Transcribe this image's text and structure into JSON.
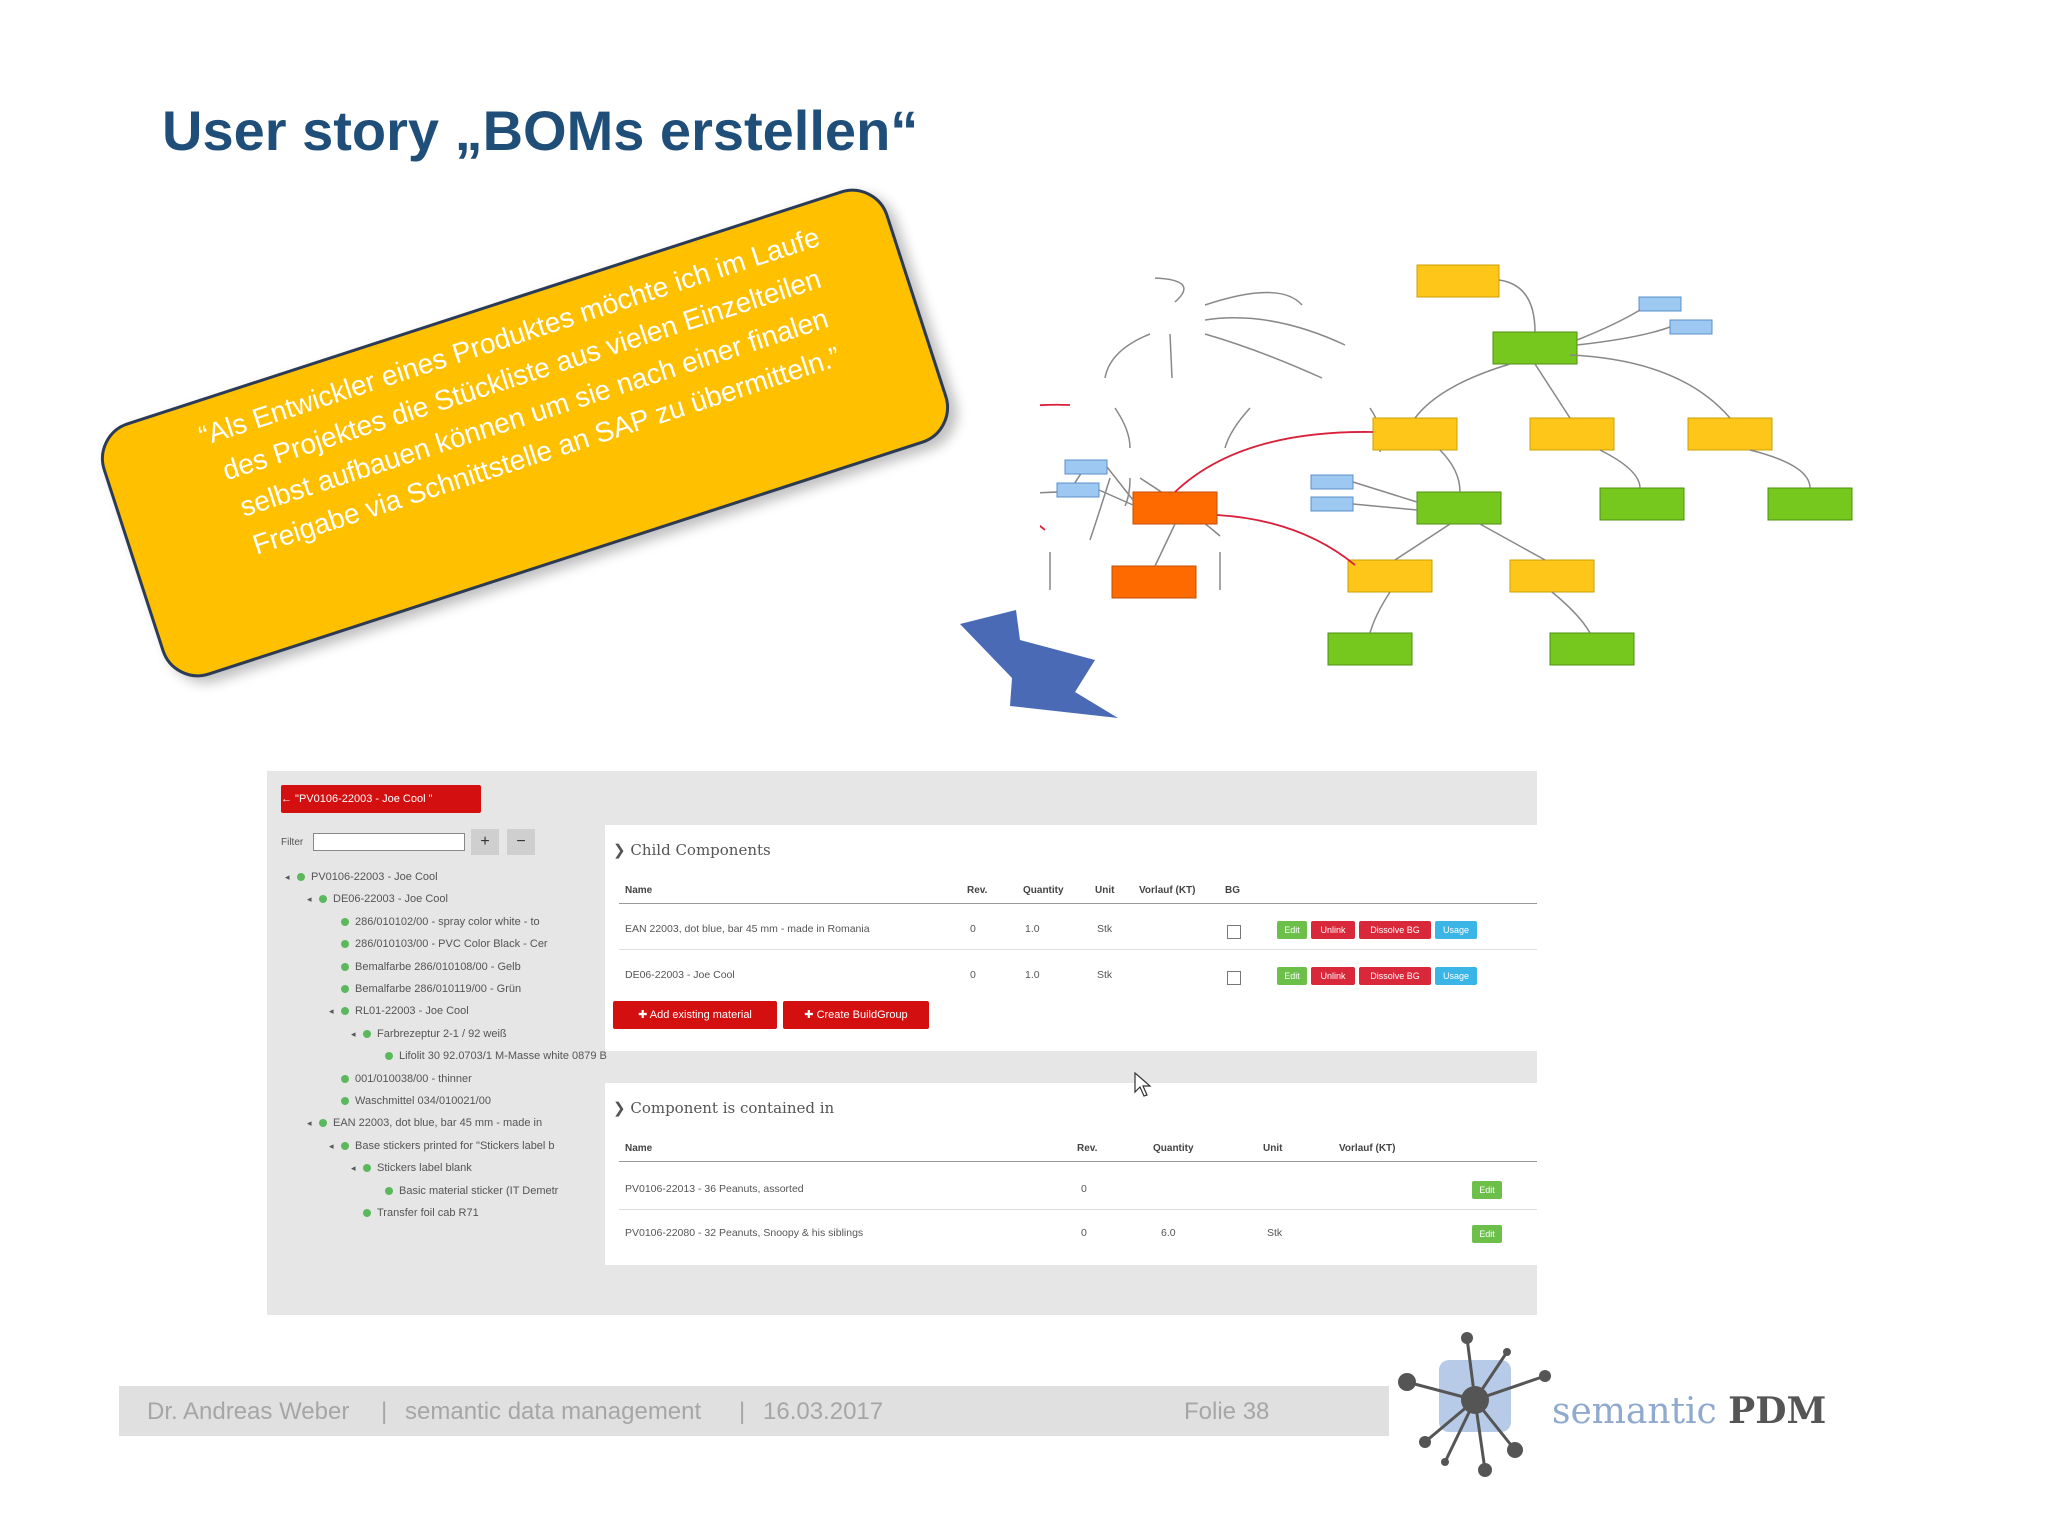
{
  "slide": {
    "title": "User story „BOMs erstellen“"
  },
  "banner": {
    "lines": [
      "“Als Entwickler eines Produktes möchte ich im Laufe",
      "des Projektes die Stückliste aus vielen Einzelteilen",
      "selbst aufbauen können um sie nach einer finalen",
      "Freigabe via Schnittstelle an SAP zu übermitteln.”"
    ]
  },
  "colors": {
    "title": "#1f4e79",
    "banner": "#ffc000",
    "node_yellow": "#ffc61a",
    "node_green": "#77c81e",
    "node_orange": "#ff6a00",
    "node_blue": "#9cc8f2",
    "arrow": "#4a6ab5",
    "red_button": "#d40f0f"
  },
  "app": {
    "breadcrumb_button": "← \"PV0106-22003 - Joe Cool \"",
    "filter_label": "Filter",
    "expand_button": "+",
    "collapse_button": "−",
    "tree": [
      {
        "text": "PV0106-22003 - Joe Cool",
        "level": 0,
        "caret": "◂"
      },
      {
        "text": "DE06-22003 - Joe Cool",
        "level": 1,
        "caret": "◂"
      },
      {
        "text": "286/010102/00 - spray color white - to",
        "level": 2,
        "caret": ""
      },
      {
        "text": "286/010103/00 - PVC Color Black - Cer",
        "level": 2,
        "caret": ""
      },
      {
        "text": "Bemalfarbe 286/010108/00 - Gelb",
        "level": 2,
        "caret": ""
      },
      {
        "text": "Bemalfarbe 286/010119/00 - Grün",
        "level": 2,
        "caret": ""
      },
      {
        "text": "RL01-22003 - Joe Cool",
        "level": 2,
        "caret": "◂"
      },
      {
        "text": "Farbrezeptur 2-1 / 92 weiß",
        "level": 3,
        "caret": "◂"
      },
      {
        "text": "Lifolit 30 92.0703/1 M-Masse white 0879 B",
        "level": 4,
        "caret": ""
      },
      {
        "text": "001/010038/00 - thinner",
        "level": 2,
        "caret": ""
      },
      {
        "text": "Waschmittel 034/010021/00",
        "level": 2,
        "caret": ""
      },
      {
        "text": "EAN 22003, dot blue, bar 45 mm - made in",
        "level": 1,
        "caret": "◂"
      },
      {
        "text": "Base stickers printed for \"Stickers label b",
        "level": 2,
        "caret": "◂"
      },
      {
        "text": "Stickers label blank",
        "level": 3,
        "caret": "◂"
      },
      {
        "text": "Basic material sticker (IT Demetr",
        "level": 4,
        "caret": ""
      },
      {
        "text": "Transfer foil cab R71",
        "level": 3,
        "caret": ""
      }
    ],
    "child_components": {
      "title": "Child Components",
      "headers": {
        "name": "Name",
        "rev": "Rev.",
        "quantity": "Quantity",
        "unit": "Unit",
        "vorlauf": "Vorlauf (KT)",
        "bg": "BG"
      },
      "rows": [
        {
          "name": "EAN 22003, dot blue, bar 45 mm - made in Romania",
          "rev": "0",
          "quantity": "1.0",
          "unit": "Stk"
        },
        {
          "name": "DE06-22003 - Joe Cool",
          "rev": "0",
          "quantity": "1.0",
          "unit": "Stk"
        }
      ],
      "row_buttons": {
        "edit": "Edit",
        "unlink": "Unlink",
        "dissolve": "Dissolve BG",
        "usage": "Usage"
      },
      "add_existing": "✚ Add existing material",
      "create_group": "✚ Create BuildGroup"
    },
    "contained_in": {
      "title": "Component is contained in",
      "headers": {
        "name": "Name",
        "rev": "Rev.",
        "quantity": "Quantity",
        "unit": "Unit",
        "vorlauf": "Vorlauf (KT)"
      },
      "rows": [
        {
          "name": "PV0106-22013 - 36 Peanuts, assorted",
          "rev": "0",
          "quantity": "",
          "unit": ""
        },
        {
          "name": "PV0106-22080 - 32 Peanuts, Snoopy & his siblings",
          "rev": "0",
          "quantity": "6.0",
          "unit": "Stk"
        }
      ],
      "edit": "Edit"
    }
  },
  "footer": {
    "author": "Dr. Andreas Weber",
    "sep1": "|",
    "topic": "semantic data management",
    "sep2": "|",
    "date": "16.03.2017",
    "folio": "Folie 38"
  },
  "logo": {
    "word1": "semantic",
    "word2": "PDM"
  }
}
